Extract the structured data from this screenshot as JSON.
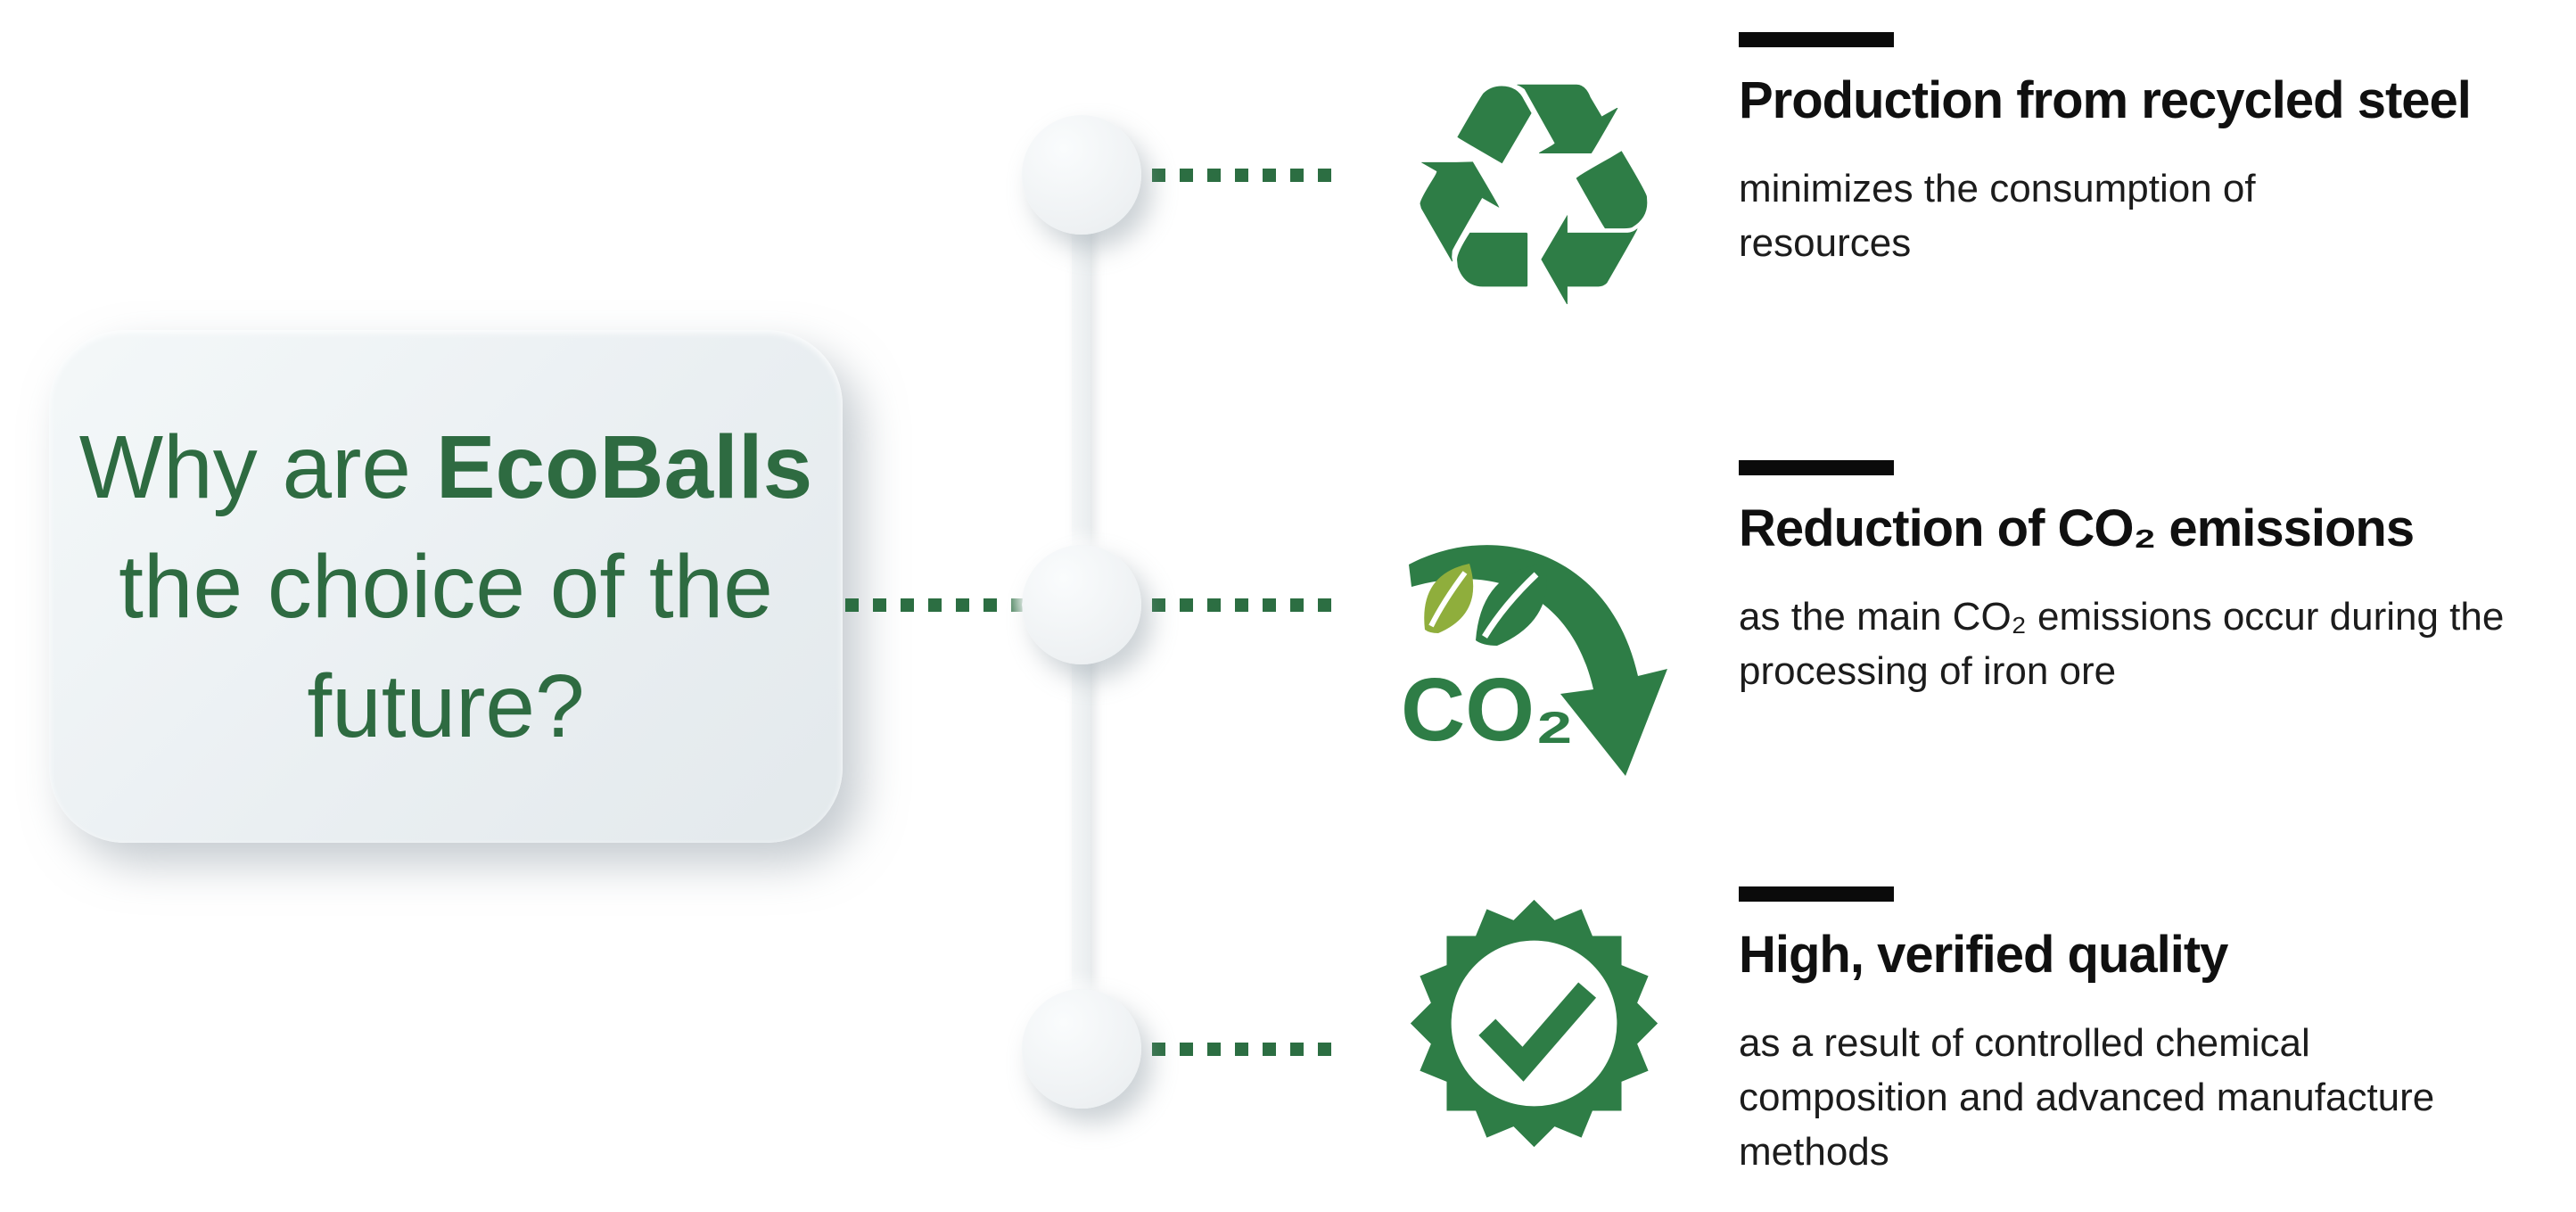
{
  "colors": {
    "green_text": "#2e6b41",
    "green_icon": "#2e7d46",
    "green_leaf_light": "#8fae3c",
    "green_dot": "#2c6e42"
  },
  "question_card": {
    "prefix": "Why are ",
    "brand": "EcoBalls",
    "rest": " the choice of the future?"
  },
  "items": [
    {
      "icon": "recycle-icon",
      "recycle_glyph": "♻",
      "title": "Production from recycled steel",
      "description": "minimizes the consumption of resources"
    },
    {
      "icon": "co2-reduction-icon",
      "co2_label": "CO₂",
      "title": "Reduction of CO₂ emissions",
      "description": "as the main CO₂ emissions occur during the processing of iron ore"
    },
    {
      "icon": "quality-badge-icon",
      "title": "High, verified quality",
      "description": "as a result of controlled chemical composition and advanced manufacture methods"
    }
  ]
}
